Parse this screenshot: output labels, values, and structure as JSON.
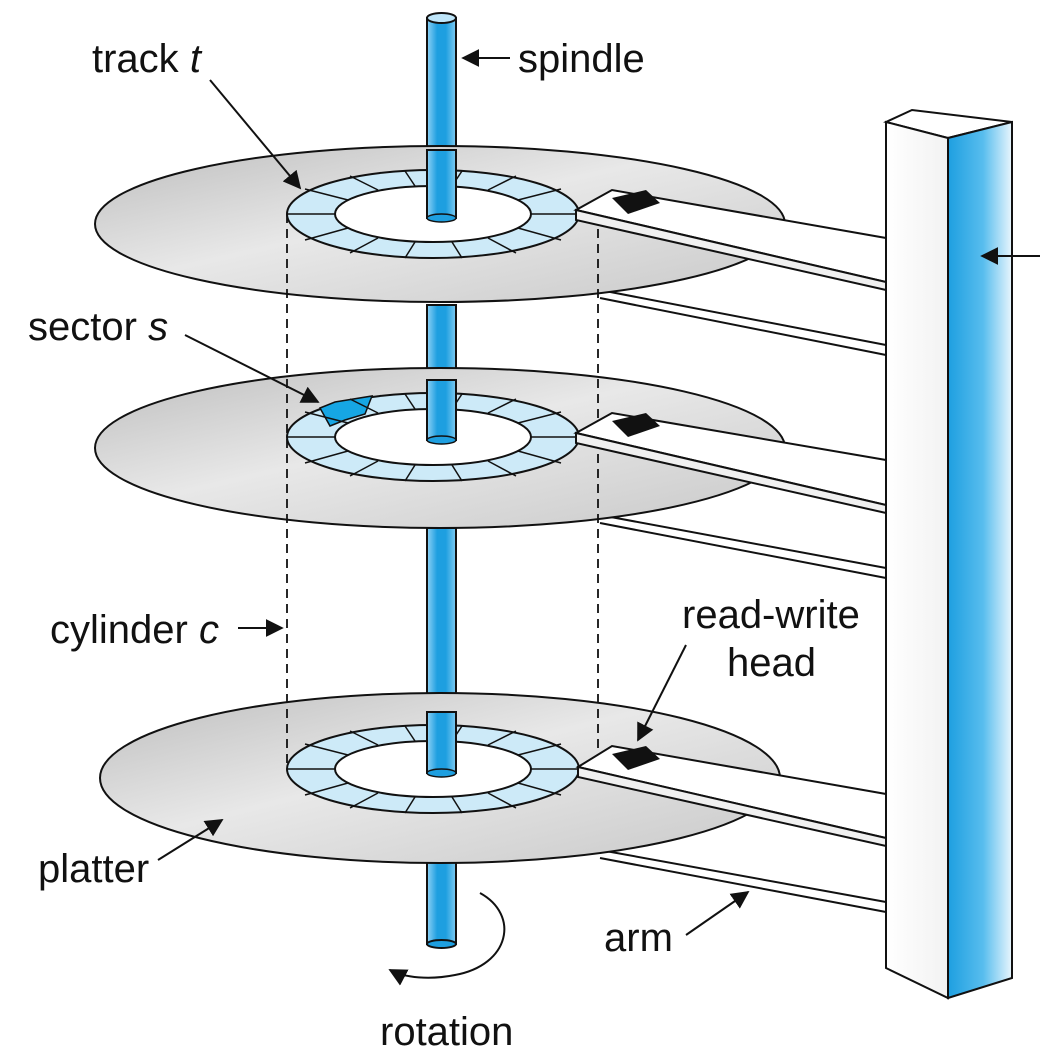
{
  "labels": {
    "track": "track",
    "track_var": "t",
    "spindle": "spindle",
    "sector": "sector",
    "sector_var": "s",
    "cylinder": "cylinder",
    "cylinder_var": "c",
    "read_write_line1": "read-write",
    "read_write_line2": "head",
    "platter": "platter",
    "arm": "arm",
    "rotation": "rotation"
  },
  "colors": {
    "spindle_blue": "#1e9fe0",
    "track_fill": "#cdeaf8",
    "highlight_sector": "#16a6e4",
    "platter_gray": "#d6d6d6",
    "head_black": "#111111"
  }
}
